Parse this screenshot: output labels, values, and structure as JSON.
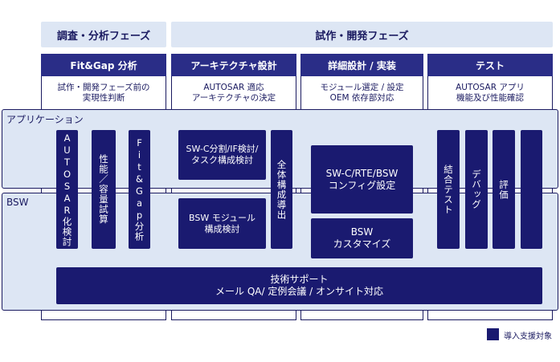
{
  "phases": [
    {
      "label": "調査・分析フェーズ"
    },
    {
      "label": "試作・開発フェーズ"
    }
  ],
  "columns": [
    {
      "title": "Fit&Gap 分析",
      "desc": [
        "試作・開発フェーズ前の",
        "実現性判断"
      ]
    },
    {
      "title": "アーキテクチャ設計",
      "desc": [
        "AUTOSAR 適応",
        "アーキテクチャの決定"
      ]
    },
    {
      "title": "詳細設計 / 実装",
      "desc": [
        "モジュール選定 / 設定",
        "OEM 依存部対応"
      ]
    },
    {
      "title": "テスト",
      "desc": [
        "AUTOSAR アプリ",
        "機能及び性能確認"
      ]
    }
  ],
  "layers": {
    "application": "アプリケーション",
    "bsw": "BSW"
  },
  "blocks": {
    "autosar_kentou": "AUTOSAR化検討",
    "seinou_shiken": "性能／容量試算",
    "fitgap": "Fit&Gap分析",
    "swc_bunkatsu": [
      "SW-C分割/IF検討/",
      "タスク構成検討"
    ],
    "bsw_module": [
      "BSW モジュール",
      "構成検討"
    ],
    "zentai_kousei": "全体構成導出",
    "swc_rte_bsw": [
      "SW-C/RTE/BSW",
      "コンフィグ設定"
    ],
    "bsw_custom": [
      "BSW",
      "カスタマイズ"
    ],
    "ketsugou_test": "結合テスト",
    "debug": "デバッグ",
    "hyouka": "評価",
    "support": [
      "技術サポート",
      "メール QA/ 定例会議 / オンサイト対応"
    ]
  },
  "legend": {
    "label": "導入支援対象"
  }
}
